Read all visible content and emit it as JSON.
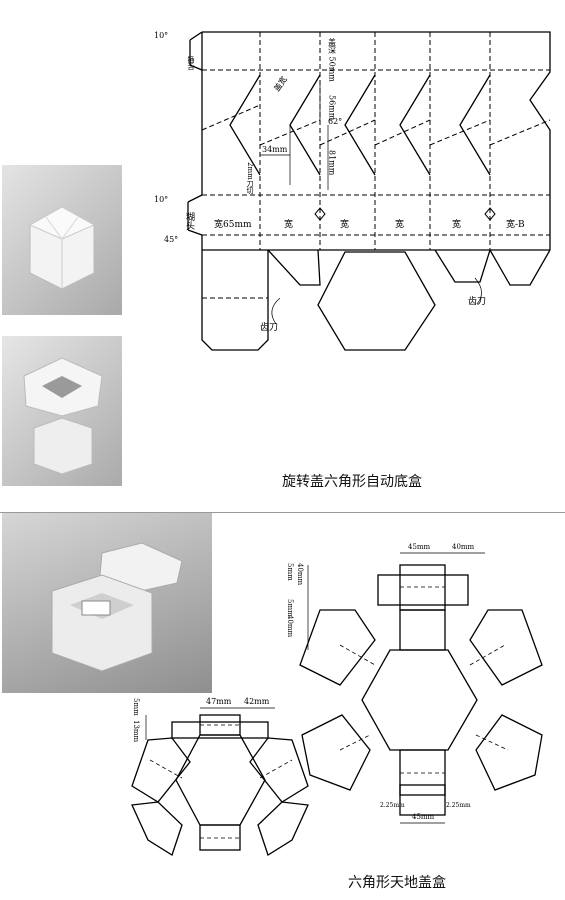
{
  "captions": {
    "top": "旋转盖六角形自动底盒",
    "bottom": "六角形天地盖盒"
  },
  "diagram1": {
    "angle_top": "10°",
    "angle_mid": "10°",
    "angle_bottom": "45°",
    "tab_top": "插舌",
    "tab_side": "糊头",
    "lid_depth": "盖深 50mm",
    "lid_width": "盖宽",
    "height_56": "56mm",
    "height_81": "81mm",
    "angle_62": "62°",
    "width_34": "34mm",
    "cut_note": "2mm刀切",
    "panel_first": "宽65mm",
    "panel_w": "宽",
    "panel_last": "宽-B",
    "tooth_knife_left": "齿刀",
    "tooth_knife_right": "齿刀"
  },
  "diagram2": {
    "dim_45": "45mm",
    "dim_40": "40mm",
    "dim_5a": "5mm",
    "dim_40v": "40mm",
    "dim_5b": "5mm",
    "dim_40v2": "40mm",
    "dim_225a": "2.25mm",
    "dim_45b": "45mm",
    "dim_225b": "2.25mm"
  },
  "diagram3": {
    "dim_47": "47mm",
    "dim_42": "42mm",
    "dim_13": "13mm",
    "dim_5": "5mm"
  }
}
